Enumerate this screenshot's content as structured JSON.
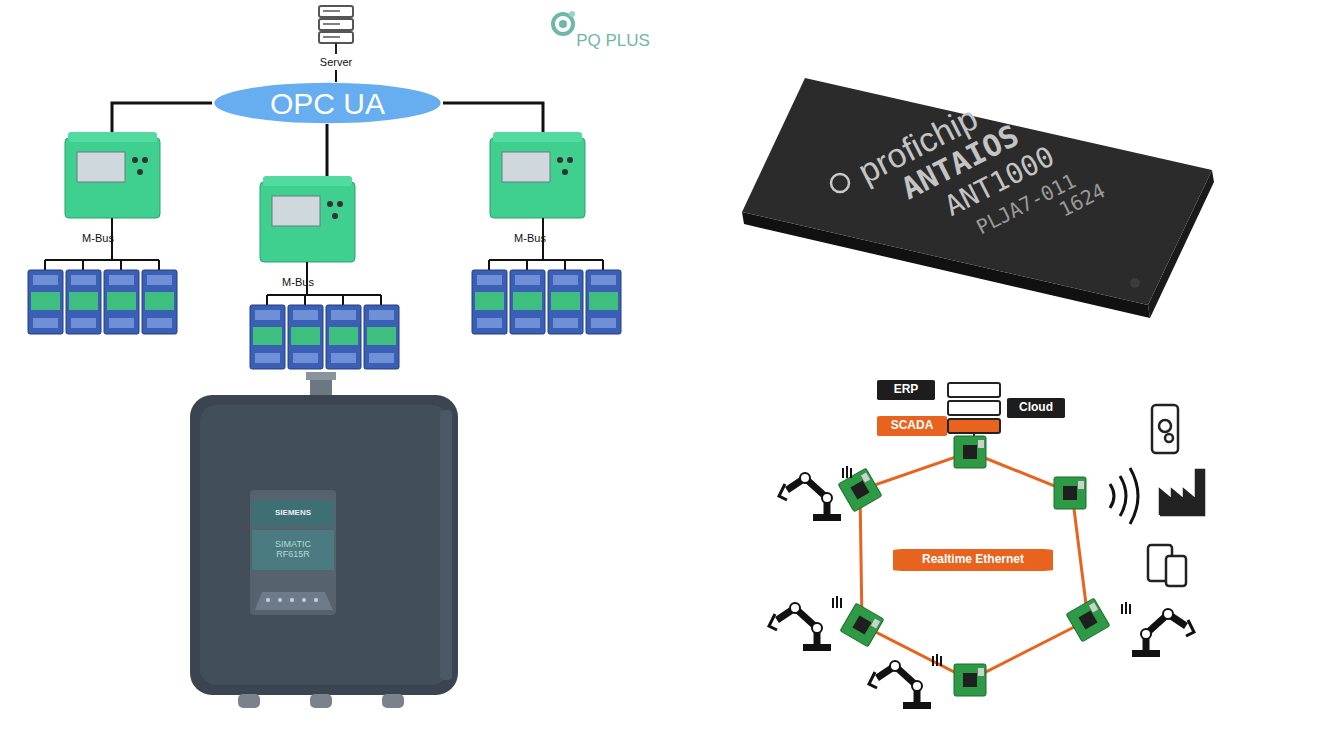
{
  "diagram": {
    "nodes": [
      {
        "text": [
          "Server"
        ]
      },
      {
        "text": [
          "OPC UA"
        ]
      },
      {
        "text": [
          "ERP"
        ]
      },
      {
        "text": [
          "Cloud"
        ]
      },
      {
        "text": [
          "SCADA"
        ]
      },
      {
        "text": [
          "Realtime Ethernet"
        ]
      }
    ],
    "edges": [
      {
        "from": 0,
        "to": 1,
        "arrow": "none"
      }
    ],
    "labels": [
      "PQ PLUS",
      "M-Bus",
      "M-Bus",
      "M-Bus",
      "profichip",
      "ANTAIOS",
      "ANT1000",
      "PLJA7-011",
      "1624",
      "SIEMENS",
      "SIMATIC RF615R"
    ]
  }
}
